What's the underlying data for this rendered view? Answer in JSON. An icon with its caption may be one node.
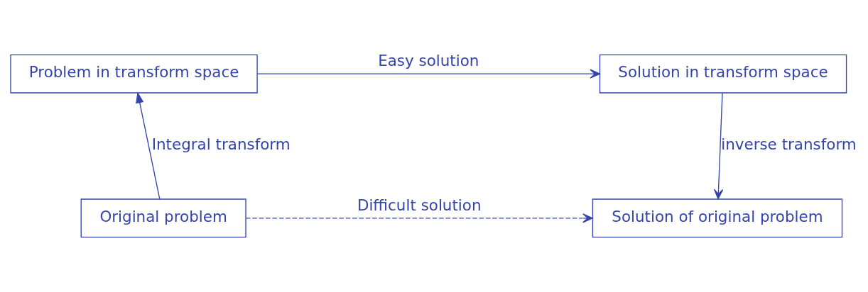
{
  "diagram": {
    "nodes": [
      {
        "text": [
          "Problem in transform space"
        ]
      },
      {
        "text": [
          "Solution in transform space"
        ]
      },
      {
        "text": [
          "Original problem"
        ]
      },
      {
        "text": [
          "Solution of original problem"
        ]
      }
    ],
    "edges": [
      {
        "from": 2,
        "to": 0,
        "arrow": "to",
        "label": "Integral transform"
      },
      {
        "from": 0,
        "to": 1,
        "arrow": "to",
        "label": "Easy solution"
      },
      {
        "from": 1,
        "to": 3,
        "arrow": "to",
        "label": "inverse transform"
      },
      {
        "from": 2,
        "to": 3,
        "arrow": "to",
        "label": "Difficult solution",
        "style": "dashed"
      }
    ]
  }
}
